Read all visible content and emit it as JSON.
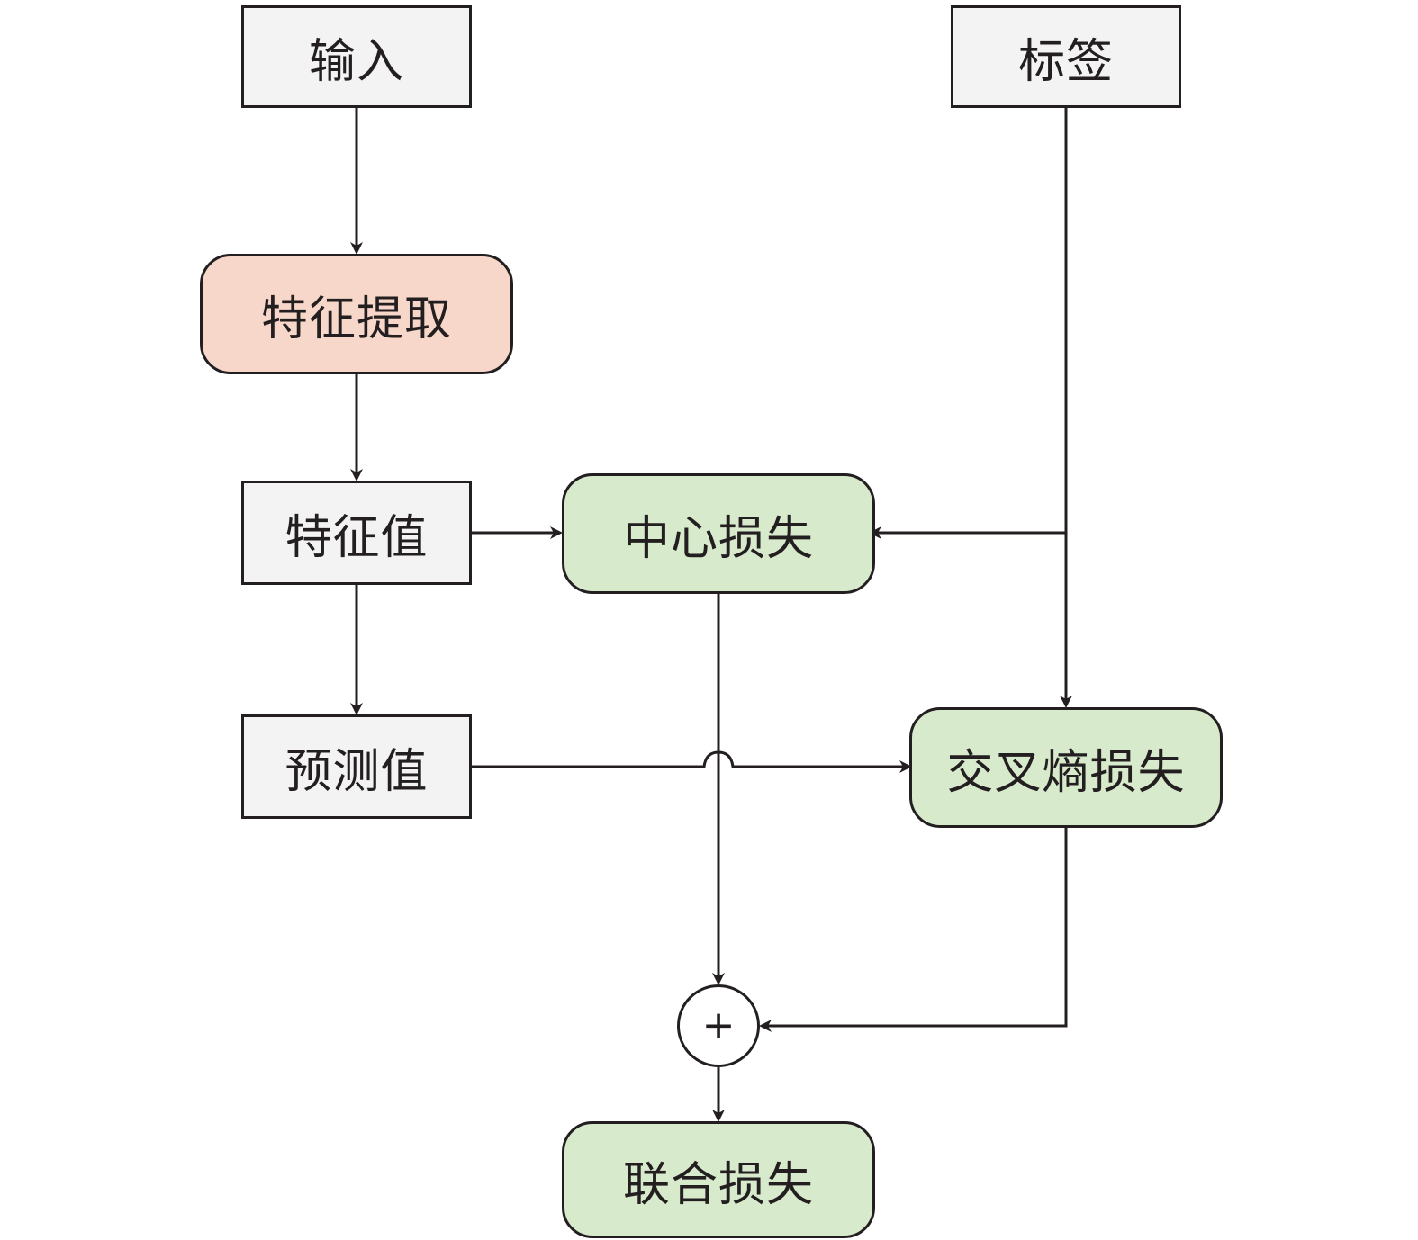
{
  "diagram": {
    "nodes": {
      "input": {
        "label": "输入",
        "fill": "#f3f3f3"
      },
      "label": {
        "label": "标签",
        "fill": "#f3f3f3"
      },
      "feature_extraction": {
        "label": "特征提取",
        "fill": "#f7d7c9"
      },
      "feature_value": {
        "label": "特征值",
        "fill": "#f3f3f3"
      },
      "center_loss": {
        "label": "中心损失",
        "fill": "#d8eacc"
      },
      "prediction": {
        "label": "预测值",
        "fill": "#f3f3f3"
      },
      "cross_entropy_loss": {
        "label": "交叉熵损失",
        "fill": "#d8eacc"
      },
      "sum": {
        "label": "+"
      },
      "joint_loss": {
        "label": "联合损失",
        "fill": "#d8eacc"
      }
    },
    "edges": [
      {
        "from": "input",
        "to": "feature_extraction"
      },
      {
        "from": "feature_extraction",
        "to": "feature_value"
      },
      {
        "from": "feature_value",
        "to": "center_loss"
      },
      {
        "from": "feature_value",
        "to": "prediction"
      },
      {
        "from": "label",
        "to": "center_loss"
      },
      {
        "from": "label",
        "to": "cross_entropy_loss"
      },
      {
        "from": "prediction",
        "to": "cross_entropy_loss"
      },
      {
        "from": "center_loss",
        "to": "sum"
      },
      {
        "from": "cross_entropy_loss",
        "to": "sum"
      },
      {
        "from": "sum",
        "to": "joint_loss"
      }
    ],
    "line_color": "#231f20"
  }
}
